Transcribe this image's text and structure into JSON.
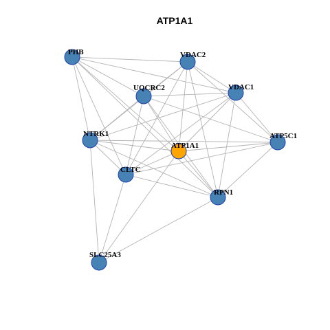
{
  "title": "ATP1A1",
  "colors": {
    "node_default": "#4682b4",
    "node_highlight": "#ffa500",
    "node_border": "#1f3fb0",
    "edge": "#b3b3b3"
  },
  "nodes": [
    {
      "id": "PHB",
      "label": "PHB",
      "highlight": false
    },
    {
      "id": "VDAC2",
      "label": "VDAC2",
      "highlight": false
    },
    {
      "id": "UQCRC2",
      "label": "UQCRC2",
      "highlight": false
    },
    {
      "id": "VDAC1",
      "label": "VDAC1",
      "highlight": false
    },
    {
      "id": "NTRK1",
      "label": "NTRK1",
      "highlight": false
    },
    {
      "id": "ATP1A1",
      "label": "ATP1A1",
      "highlight": true
    },
    {
      "id": "ATP5C1",
      "label": "ATP5C1",
      "highlight": false
    },
    {
      "id": "CLTC",
      "label": "CLTC",
      "highlight": false
    },
    {
      "id": "RPN1",
      "label": "RPN1",
      "highlight": false
    },
    {
      "id": "SLC25A3",
      "label": "SLC25A3",
      "highlight": false
    }
  ],
  "edges": [
    [
      "PHB",
      "VDAC2"
    ],
    [
      "PHB",
      "VDAC1"
    ],
    [
      "PHB",
      "UQCRC2"
    ],
    [
      "PHB",
      "NTRK1"
    ],
    [
      "PHB",
      "ATP1A1"
    ],
    [
      "PHB",
      "RPN1"
    ],
    [
      "PHB",
      "CLTC"
    ],
    [
      "VDAC2",
      "UQCRC2"
    ],
    [
      "VDAC2",
      "VDAC1"
    ],
    [
      "VDAC2",
      "ATP1A1"
    ],
    [
      "VDAC2",
      "CLTC"
    ],
    [
      "VDAC2",
      "RPN1"
    ],
    [
      "VDAC2",
      "ATP5C1"
    ],
    [
      "VDAC2",
      "NTRK1"
    ],
    [
      "UQCRC2",
      "VDAC1"
    ],
    [
      "UQCRC2",
      "NTRK1"
    ],
    [
      "UQCRC2",
      "CLTC"
    ],
    [
      "UQCRC2",
      "RPN1"
    ],
    [
      "UQCRC2",
      "ATP5C1"
    ],
    [
      "UQCRC2",
      "ATP1A1"
    ],
    [
      "VDAC1",
      "NTRK1"
    ],
    [
      "VDAC1",
      "ATP1A1"
    ],
    [
      "VDAC1",
      "ATP5C1"
    ],
    [
      "VDAC1",
      "CLTC"
    ],
    [
      "VDAC1",
      "RPN1"
    ],
    [
      "NTRK1",
      "ATP1A1"
    ],
    [
      "NTRK1",
      "ATP5C1"
    ],
    [
      "NTRK1",
      "CLTC"
    ],
    [
      "NTRK1",
      "RPN1"
    ],
    [
      "NTRK1",
      "SLC25A3"
    ],
    [
      "ATP1A1",
      "ATP5C1"
    ],
    [
      "ATP1A1",
      "CLTC"
    ],
    [
      "ATP1A1",
      "RPN1"
    ],
    [
      "ATP1A1",
      "SLC25A3"
    ],
    [
      "ATP5C1",
      "CLTC"
    ],
    [
      "ATP5C1",
      "RPN1"
    ],
    [
      "CLTC",
      "RPN1"
    ],
    [
      "CLTC",
      "SLC25A3"
    ],
    [
      "RPN1",
      "SLC25A3"
    ]
  ]
}
